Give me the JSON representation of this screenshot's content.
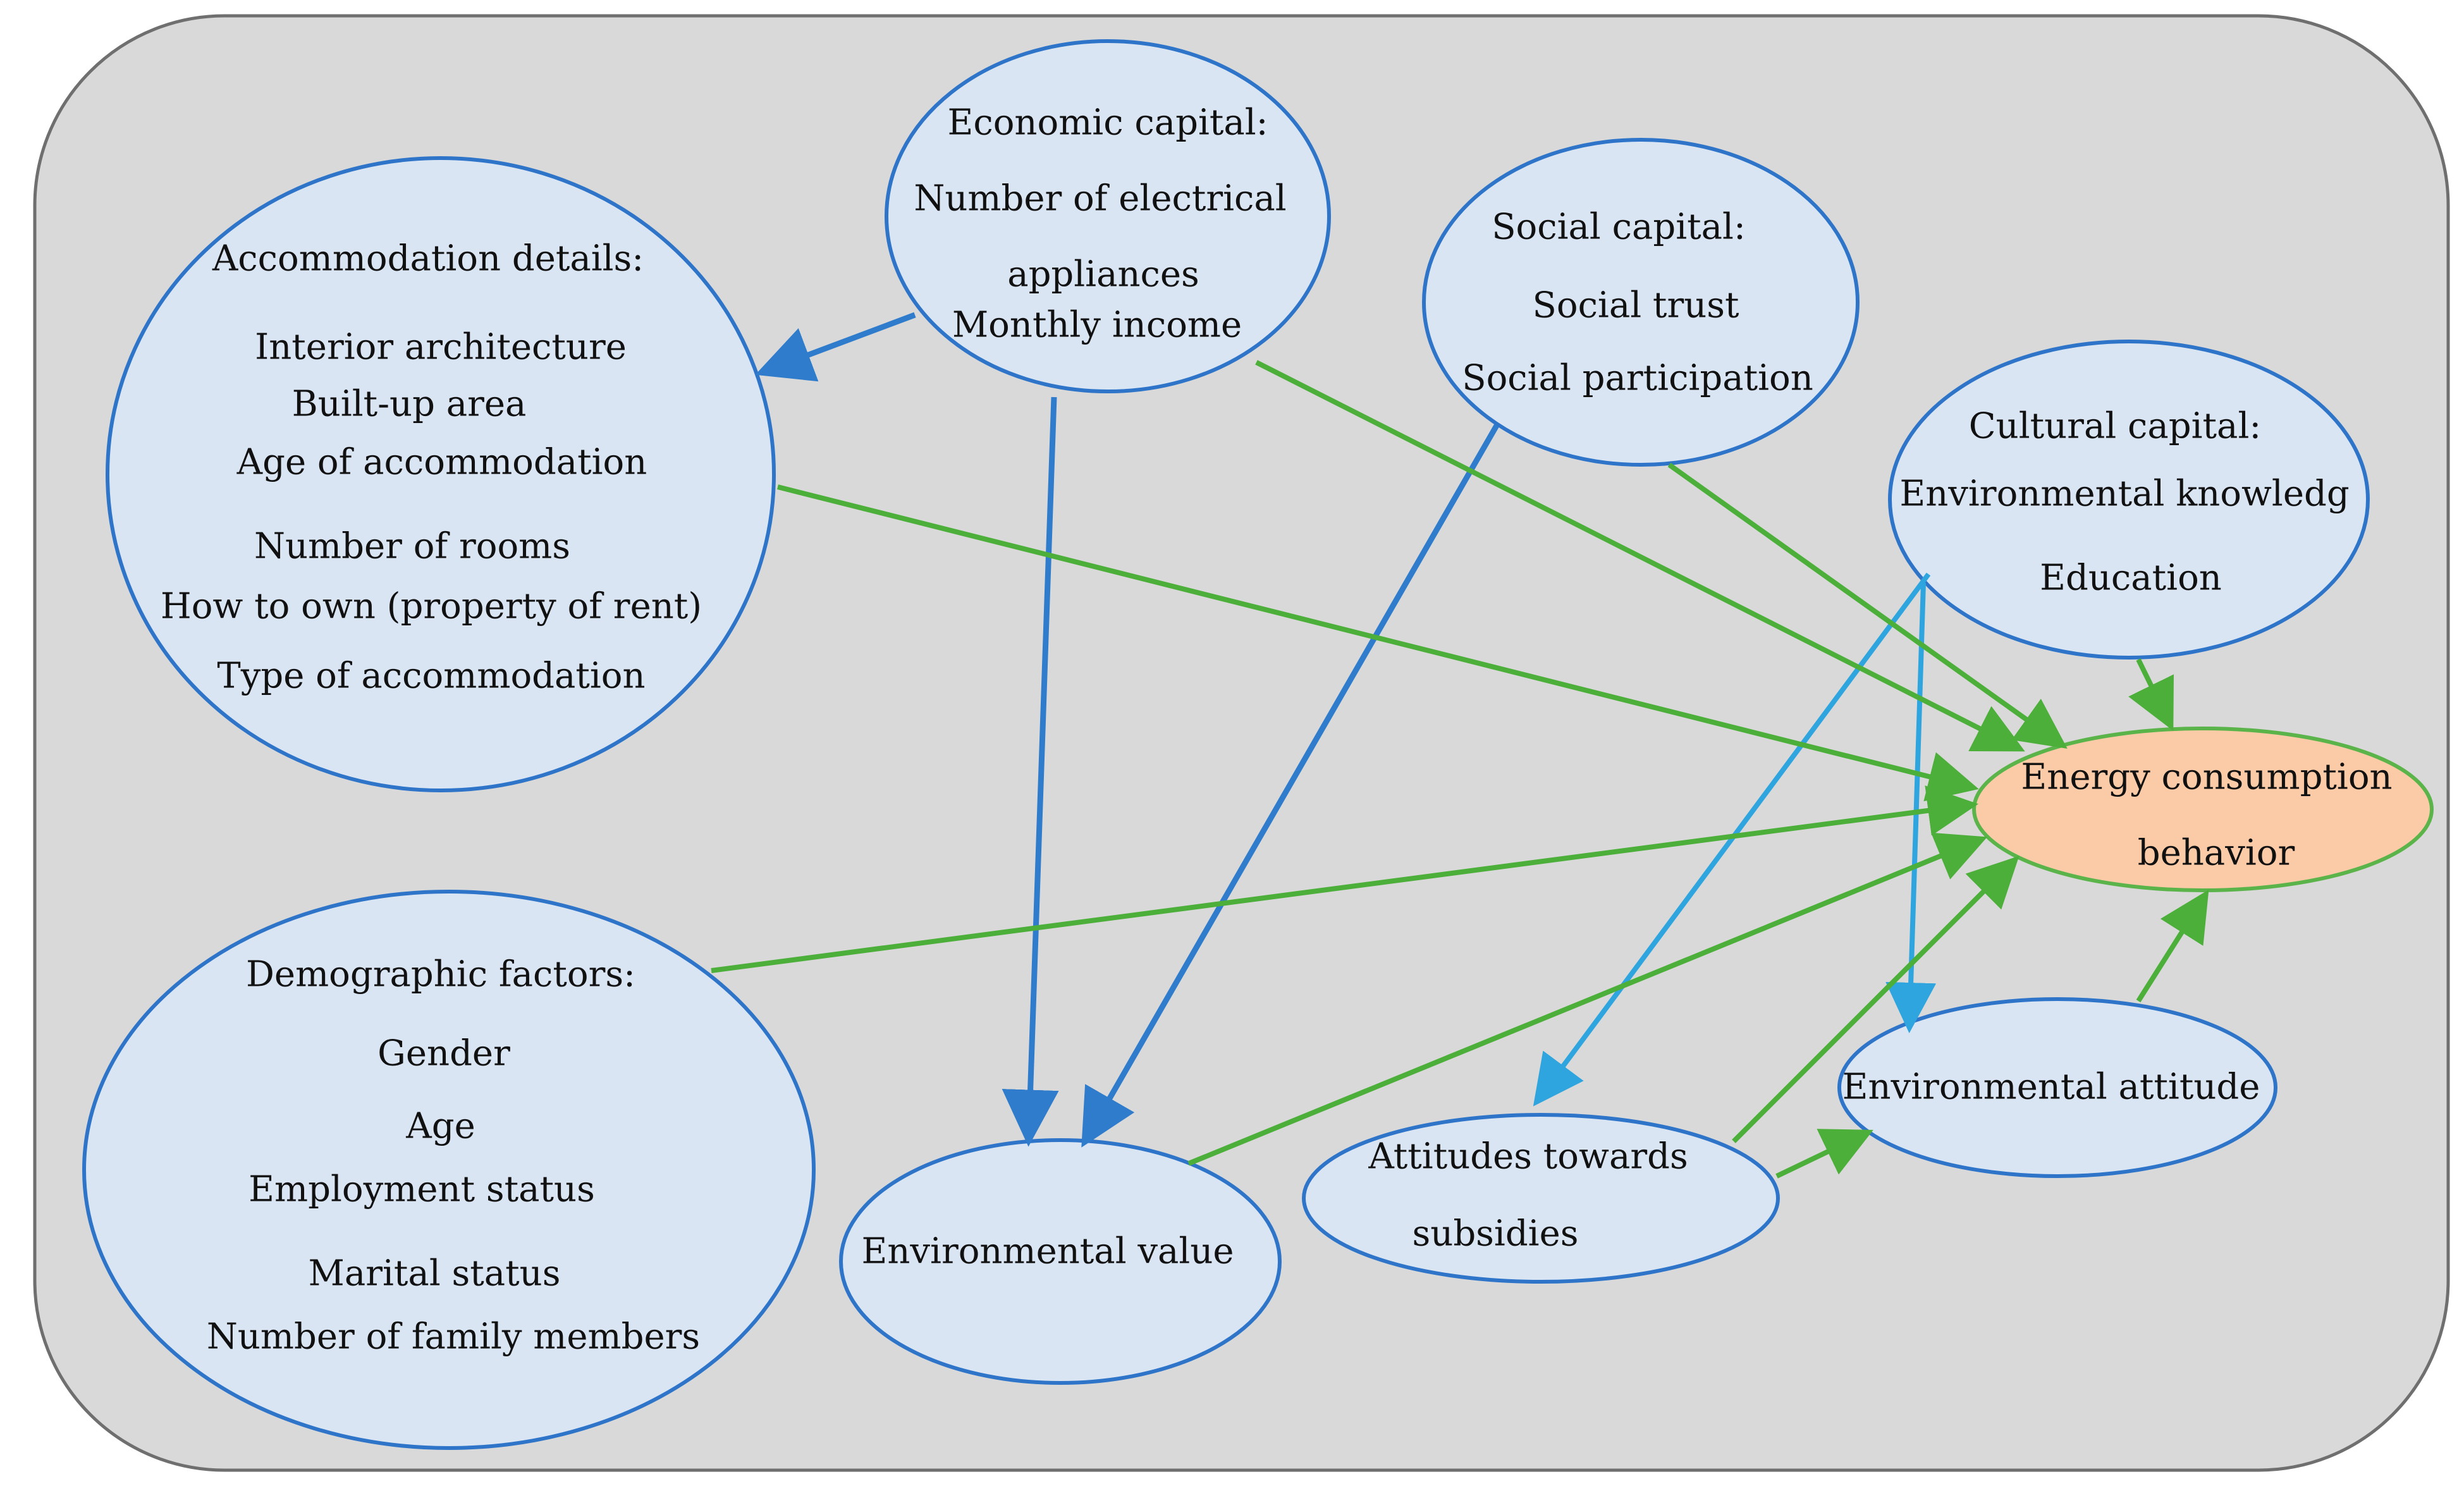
{
  "colors": {
    "background": "#d9d9d9",
    "background_border": "#6f6f6f",
    "node_fill": "#dae5f3",
    "node_stroke": "#2e75c9",
    "target_fill": "#fbcba7",
    "target_stroke": "#5ab44a",
    "arrow_green": "#4caf3a",
    "arrow_blue": "#2f7ccc",
    "arrow_lightblue": "#2ea5df"
  },
  "nodes": {
    "accommodation": {
      "title": "Accommodation details:",
      "items": [
        "Interior architecture",
        "Built-up area",
        "Age of accommodation",
        "Number of rooms",
        "How to own (property of rent)",
        "Type of accommodation"
      ]
    },
    "economic": {
      "title": "Economic capital:",
      "items": [
        "Number of electrical",
        "appliances",
        "Monthly income"
      ]
    },
    "social": {
      "title": "Social capital:",
      "items": [
        "Social trust",
        "Social participation"
      ]
    },
    "cultural": {
      "title": "Cultural capital:",
      "items": [
        "Environmental knowledg",
        "Education"
      ]
    },
    "energy": {
      "lines": [
        "Energy consumption",
        "behavior"
      ]
    },
    "demographic": {
      "title": "Demographic factors:",
      "items": [
        "Gender",
        "Age",
        "Employment status",
        "Marital status",
        "Number of family members"
      ]
    },
    "env_value": {
      "label": "Environmental value"
    },
    "subsidies": {
      "lines": [
        "Attitudes towards",
        "subsidies"
      ]
    },
    "env_attitude": {
      "label": "Environmental attitude"
    }
  }
}
